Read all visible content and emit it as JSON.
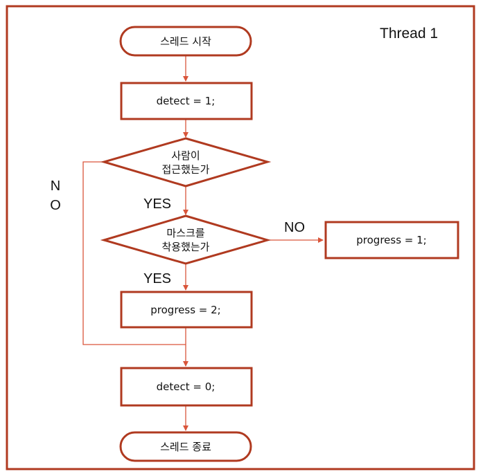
{
  "title": "Thread 1",
  "nodes": {
    "start": "스레드 시작",
    "set_detect_1": "detect = 1;",
    "person_approach_line1": "사람이",
    "person_approach_line2": "접근했는가",
    "mask_line1": "마스크를",
    "mask_line2": "착용했는가",
    "progress_1": "progress = 1;",
    "progress_2": "progress = 2;",
    "set_detect_0": "detect = 0;",
    "end": "스레드 종료"
  },
  "edge_labels": {
    "approach_no_line1": "N",
    "approach_no_line2": "O",
    "approach_yes": "YES",
    "mask_no": "NO",
    "mask_yes": "YES"
  },
  "colors": {
    "node_border": "#b03a20",
    "edge": "#d9553a"
  }
}
